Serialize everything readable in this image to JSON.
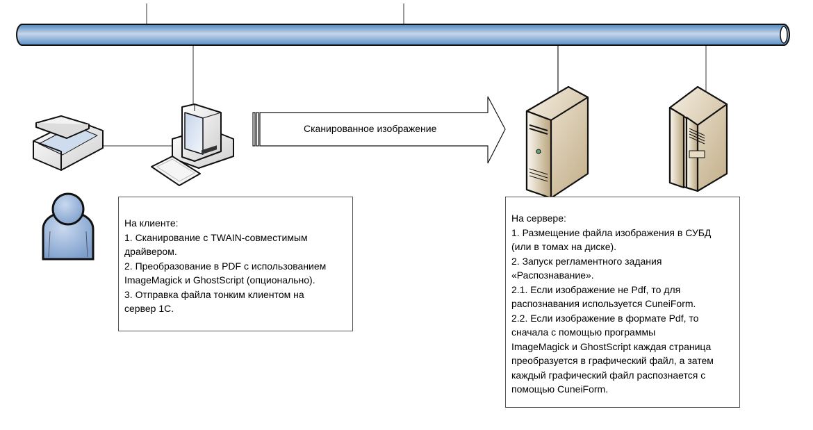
{
  "diagram": {
    "type": "network-diagram",
    "network_bus": {
      "name": "network-bus",
      "color": "#6d9ccb"
    },
    "arrow": {
      "label": "Сканированное изображение",
      "direction": "right"
    },
    "nodes": [
      {
        "id": "user",
        "icon": "user-icon"
      },
      {
        "id": "scanner",
        "icon": "scanner-icon"
      },
      {
        "id": "client-pc",
        "icon": "desktop-computer-icon"
      },
      {
        "id": "app-server",
        "icon": "tower-server-icon"
      },
      {
        "id": "db-server",
        "icon": "mainframe-server-icon"
      }
    ],
    "connections": [
      [
        "scanner",
        "client-pc"
      ],
      [
        "client-pc",
        "network-bus"
      ],
      [
        "app-server",
        "network-bus"
      ],
      [
        "db-server",
        "network-bus"
      ]
    ]
  },
  "client_note": {
    "lines": [
      "На клиенте:",
      "1. Сканирование с TWAIN-совместимым",
      "драйвером.",
      "2. Преобразование в PDF с использованием",
      "ImageMagick и GhostScript (опционально).",
      "3. Отправка файла тонким клиентом на",
      "сервер 1С."
    ]
  },
  "server_note": {
    "lines": [
      "На сервере:",
      "1. Размещение файла изображения в СУБД",
      "(или в томах на диске).",
      "2. Запуск регламентного задания",
      "«Распознавание».",
      "2.1. Если изображение не Pdf, то для",
      "распознавания используется CuneiForm.",
      "2.2. Если изображение в формате Pdf, то",
      "сначала с помощью программы",
      "ImageMagick и GhostScript каждая страница",
      "преобразуется в графический файл, а затем",
      "каждый графический файл распознается с",
      "помощью CuneiForm."
    ]
  }
}
